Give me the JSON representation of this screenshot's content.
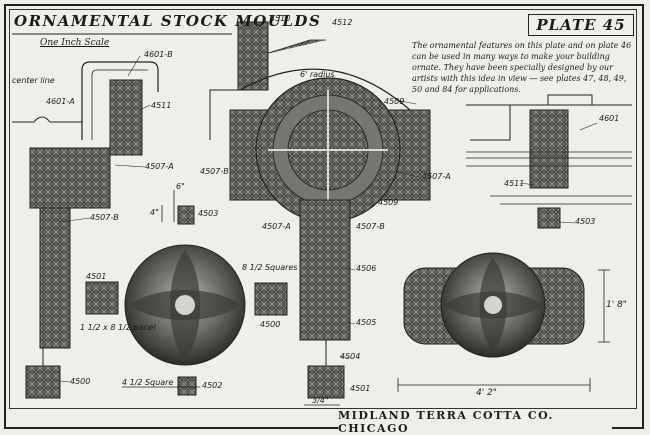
{
  "title": "ORNAMENTAL STOCK MOULDS",
  "scale": "One Inch Scale",
  "plate": "PLATE 45",
  "note": "The ornamental features on this plate and on plate 46 can be used in many ways to make your building ornate. They have been specially designed by our artists with this idea in view — see plates 47, 48, 49, 50 and 84 for applications.",
  "footer": "MIDLAND TERRA COTTA CO. CHICAGO",
  "labels": {
    "l4510": "4510",
    "l4512": "4512",
    "l4601b": "4601-B",
    "l4601a": "4601-A",
    "center_line": "center line",
    "l4511a": "4511",
    "l4507a_left": "4507-A",
    "l4507b_left": "4507-B",
    "radius": "6' radius",
    "l4509a": "4509",
    "l4509b": "4509",
    "l4507b_mid": "4507-B",
    "l4507a_mid": "4507-A",
    "l4507a_mid2": "4507-A",
    "l4507b_mid2": "4507-B",
    "l4506": "4506",
    "l4505": "4505",
    "l4504": "4504",
    "l4501_bottom": "4501",
    "l4501": "4501",
    "panel": "1 1/2 x 8 1/2 panel",
    "l4500": "4500",
    "l4503": "4503",
    "squares_8": "8 1/2 Squares",
    "l4500b": "4500",
    "squares_4": "4 1/2 Square",
    "l4502": "4502",
    "l4601_right": "4601",
    "l4511_right": "4511",
    "l4503_right": "4503",
    "dim_4_2": "4' 2\"",
    "dim_1_8": "1' 8\"",
    "dim_6": "6\"",
    "dim_4": "4\"",
    "dim_3_4": "3/4\""
  },
  "colors": {
    "paper": "#eeeeea",
    "ink": "#1c1c1c",
    "ornament_dark": "#3a3a38",
    "ornament_mid": "#6d6d68",
    "ornament_light": "#a5a5a0"
  }
}
